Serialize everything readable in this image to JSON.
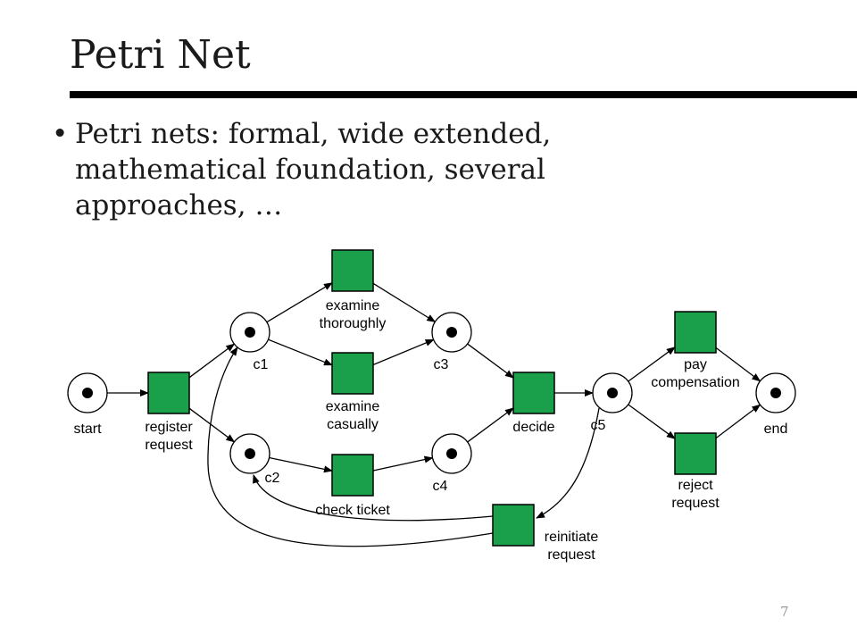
{
  "slide": {
    "title": "Petri Net",
    "bullet": "Petri nets: formal, wide extended, mathematical foundation, several approaches, …",
    "bullet_symbol": "•",
    "page_number": "7"
  },
  "diagram": {
    "transition_color": "#1aa04a",
    "places": [
      {
        "id": "start",
        "label": "start",
        "tokens": 1
      },
      {
        "id": "c1",
        "label": "c1",
        "tokens": 1
      },
      {
        "id": "c2",
        "label": "c2",
        "tokens": 1
      },
      {
        "id": "c3",
        "label": "c3",
        "tokens": 1
      },
      {
        "id": "c4",
        "label": "c4",
        "tokens": 1
      },
      {
        "id": "c5",
        "label": "c5",
        "tokens": 1
      },
      {
        "id": "end",
        "label": "end",
        "tokens": 1
      }
    ],
    "transitions": [
      {
        "id": "register",
        "label": [
          "register",
          "request"
        ]
      },
      {
        "id": "examine_thoroughly",
        "label": [
          "examine",
          "thoroughly"
        ]
      },
      {
        "id": "examine_casually",
        "label": [
          "examine",
          "casually"
        ]
      },
      {
        "id": "check_ticket",
        "label": [
          "check ticket"
        ]
      },
      {
        "id": "decide",
        "label": [
          "decide"
        ]
      },
      {
        "id": "pay_compensation",
        "label": [
          "pay",
          "compensation"
        ]
      },
      {
        "id": "reject_request",
        "label": [
          "reject",
          "request"
        ]
      },
      {
        "id": "reinitiate_request",
        "label": [
          "reinitiate",
          "request"
        ]
      }
    ],
    "arcs": [
      [
        "start",
        "register"
      ],
      [
        "register",
        "c1"
      ],
      [
        "register",
        "c2"
      ],
      [
        "c1",
        "examine_thoroughly"
      ],
      [
        "c1",
        "examine_casually"
      ],
      [
        "c2",
        "check_ticket"
      ],
      [
        "examine_thoroughly",
        "c3"
      ],
      [
        "examine_casually",
        "c3"
      ],
      [
        "check_ticket",
        "c4"
      ],
      [
        "c3",
        "decide"
      ],
      [
        "c4",
        "decide"
      ],
      [
        "decide",
        "c5"
      ],
      [
        "c5",
        "pay_compensation"
      ],
      [
        "c5",
        "reject_request"
      ],
      [
        "c5",
        "reinitiate_request"
      ],
      [
        "pay_compensation",
        "end"
      ],
      [
        "reject_request",
        "end"
      ],
      [
        "reinitiate_request",
        "c1"
      ],
      [
        "reinitiate_request",
        "c2"
      ]
    ]
  }
}
